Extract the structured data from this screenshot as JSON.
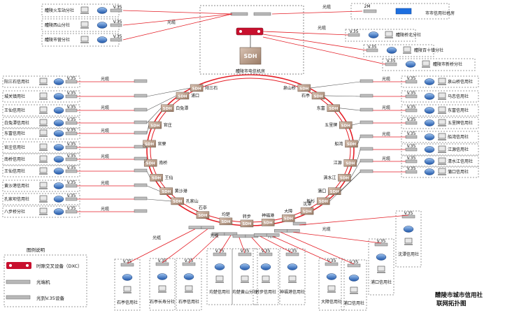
{
  "title": [
    "醴陵市城市信用社",
    "联网拓扑图"
  ],
  "legend": {
    "heading": "图例说明",
    "items": [
      "时隙交叉设备（DXC）",
      "光端机",
      "光到V.35设备"
    ]
  },
  "center": {
    "sdh_label": "SDH",
    "room": "醴陵市电信机房"
  },
  "sdh_label": "SDH",
  "top_branches": [
    "醴陵火车站分社",
    "醴陵西山分社",
    "醴陵市营分社"
  ],
  "right_top_branches": [
    "醴陵桥北分社",
    "醴陵百十镇分社",
    "醴陵市新桥分社"
  ],
  "city_room": "市市信用社机房",
  "fiber": "光缆",
  "v35": "V.35",
  "speed": "2M",
  "left_nodes": [
    "阳三石",
    "浦口",
    "白兔潭",
    "官庄",
    "官寮",
    "南桥",
    "王仙",
    "黄沙港",
    "孔家山"
  ],
  "left_branches": [
    "阳三石信用社",
    "城关镇用社",
    "王仙信用社",
    "白兔潭信用社",
    "东富信用社",
    "官庄信用社",
    "南桥信用社",
    "王仙信用社",
    "黄沙港信用社",
    "孔家坝信用社",
    "八步桥分社"
  ],
  "right_nodes": [
    "泉山桥",
    "石亭",
    "东富",
    "五里牌",
    "船湾",
    "江源",
    "清水江",
    "蒲口",
    "板杉"
  ],
  "right_branches": [
    "泉山桥信用社",
    "马恋信用社",
    "东富信用社",
    "五里牌信用社",
    "船湾信用社",
    "江源信用社",
    "清水江信用社",
    "蒲口信用社"
  ],
  "bottom_nodes": [
    "石亭",
    "均楚",
    "转步",
    "神福港",
    "大障",
    "沈潭"
  ],
  "bottom_branches": [
    "石亭信用社",
    "石亭长寿分社",
    "石亭信用社",
    "均楚信用社",
    "均楚黄山分社",
    "转步信用社",
    "神福港信用社",
    "大障信用社",
    "浦口信用社",
    "浦口信用社",
    "沈潭信用社"
  ],
  "colors": {
    "ring": "#e41e26",
    "link": "#e41e26",
    "sdh": "#b79a86",
    "dxc": "#c8102e",
    "router": "#2e6fbf",
    "switch": "#1d6fe0"
  }
}
